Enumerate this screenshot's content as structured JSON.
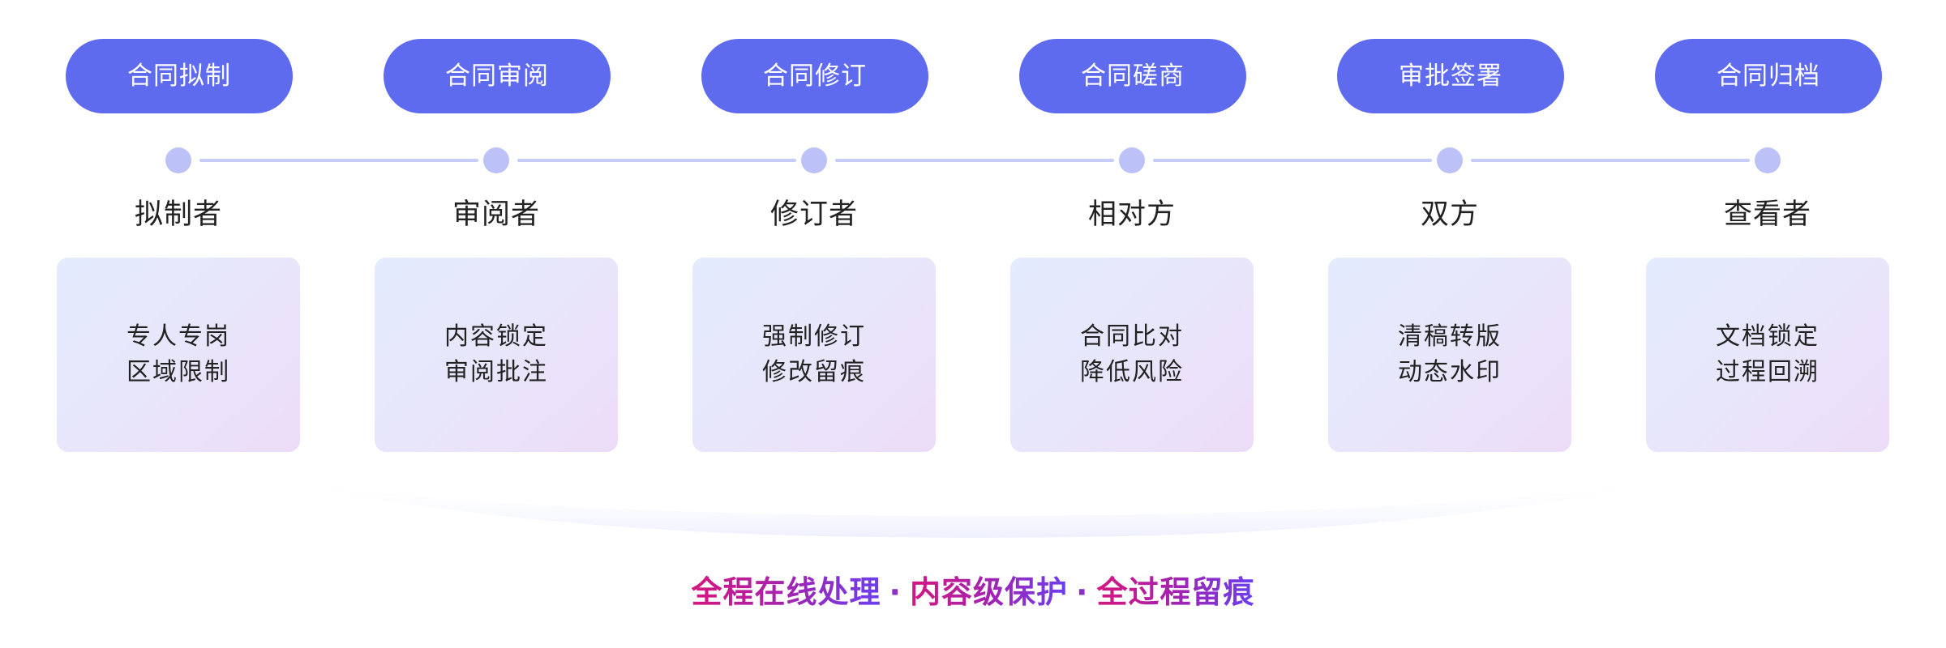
{
  "colors": {
    "pill": "#5f6bee",
    "dot": "#bcc2f7",
    "connector": "#c8cdf7",
    "card_gradient": [
      "#e3ebfd",
      "#eddcf8"
    ],
    "tagline_gradient": [
      "#d6177f",
      "#6b3ff0"
    ]
  },
  "stages": [
    {
      "step": "合同拟制",
      "role": "拟制者",
      "features": [
        "专人专岗",
        "区域限制"
      ]
    },
    {
      "step": "合同审阅",
      "role": "审阅者",
      "features": [
        "内容锁定",
        "审阅批注"
      ]
    },
    {
      "step": "合同修订",
      "role": "修订者",
      "features": [
        "强制修订",
        "修改留痕"
      ]
    },
    {
      "step": "合同磋商",
      "role": "相对方",
      "features": [
        "合同比对",
        "降低风险"
      ]
    },
    {
      "step": "审批签署",
      "role": "双方",
      "features": [
        "清稿转版",
        "动态水印"
      ]
    },
    {
      "step": "合同归档",
      "role": "查看者",
      "features": [
        "文档锁定",
        "过程回溯"
      ]
    }
  ],
  "tagline": {
    "parts": [
      "全程在线处理",
      "内容级保护",
      "全过程留痕"
    ],
    "separator": "·"
  }
}
